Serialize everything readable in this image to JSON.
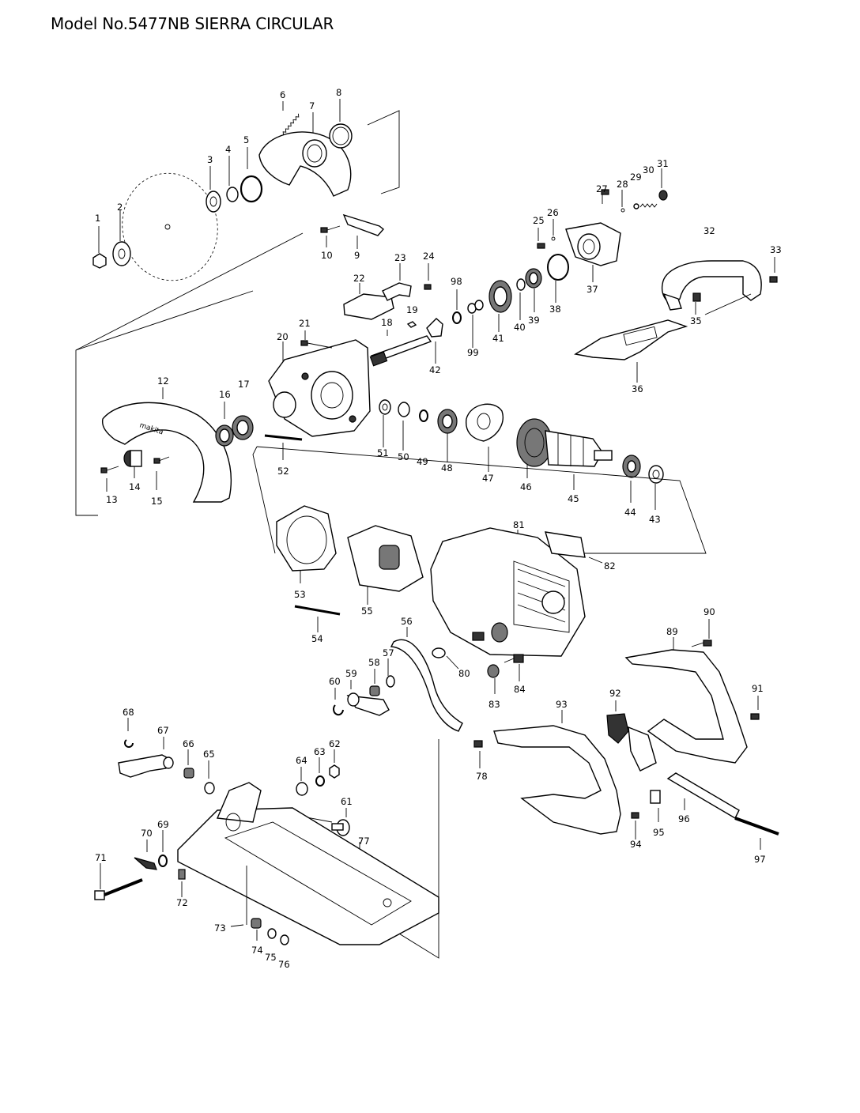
{
  "title": "Model No.5477NB SIERRA CIRCULAR",
  "labels": [
    {
      "id": "1"
    },
    {
      "id": "2"
    },
    {
      "id": "3"
    },
    {
      "id": "4"
    },
    {
      "id": "5"
    },
    {
      "id": "6"
    },
    {
      "id": "7"
    },
    {
      "id": "8"
    },
    {
      "id": "9"
    },
    {
      "id": "10"
    },
    {
      "id": "12"
    },
    {
      "id": "13"
    },
    {
      "id": "14"
    },
    {
      "id": "15"
    },
    {
      "id": "16"
    },
    {
      "id": "17"
    },
    {
      "id": "18"
    },
    {
      "id": "19"
    },
    {
      "id": "20"
    },
    {
      "id": "21"
    },
    {
      "id": "22"
    },
    {
      "id": "23"
    },
    {
      "id": "24"
    },
    {
      "id": "25"
    },
    {
      "id": "26"
    },
    {
      "id": "27"
    },
    {
      "id": "28"
    },
    {
      "id": "29"
    },
    {
      "id": "30"
    },
    {
      "id": "31"
    },
    {
      "id": "32"
    },
    {
      "id": "33"
    },
    {
      "id": "35"
    },
    {
      "id": "36"
    },
    {
      "id": "37"
    },
    {
      "id": "38"
    },
    {
      "id": "39"
    },
    {
      "id": "40"
    },
    {
      "id": "41"
    },
    {
      "id": "42"
    },
    {
      "id": "43"
    },
    {
      "id": "44"
    },
    {
      "id": "45"
    },
    {
      "id": "46"
    },
    {
      "id": "47"
    },
    {
      "id": "48"
    },
    {
      "id": "49"
    },
    {
      "id": "50"
    },
    {
      "id": "51"
    },
    {
      "id": "52"
    },
    {
      "id": "53"
    },
    {
      "id": "54"
    },
    {
      "id": "55"
    },
    {
      "id": "56"
    },
    {
      "id": "57"
    },
    {
      "id": "58"
    },
    {
      "id": "59"
    },
    {
      "id": "60"
    },
    {
      "id": "61"
    },
    {
      "id": "62"
    },
    {
      "id": "63"
    },
    {
      "id": "64"
    },
    {
      "id": "65"
    },
    {
      "id": "66"
    },
    {
      "id": "67"
    },
    {
      "id": "68"
    },
    {
      "id": "69"
    },
    {
      "id": "70"
    },
    {
      "id": "71"
    },
    {
      "id": "72"
    },
    {
      "id": "73"
    },
    {
      "id": "74"
    },
    {
      "id": "75"
    },
    {
      "id": "76"
    },
    {
      "id": "77"
    },
    {
      "id": "78"
    },
    {
      "id": "80"
    },
    {
      "id": "81"
    },
    {
      "id": "82"
    },
    {
      "id": "83"
    },
    {
      "id": "84"
    },
    {
      "id": "89"
    },
    {
      "id": "90"
    },
    {
      "id": "91"
    },
    {
      "id": "92"
    },
    {
      "id": "93"
    },
    {
      "id": "94"
    },
    {
      "id": "95"
    },
    {
      "id": "96"
    },
    {
      "id": "97"
    },
    {
      "id": "98"
    },
    {
      "id": "99"
    }
  ]
}
